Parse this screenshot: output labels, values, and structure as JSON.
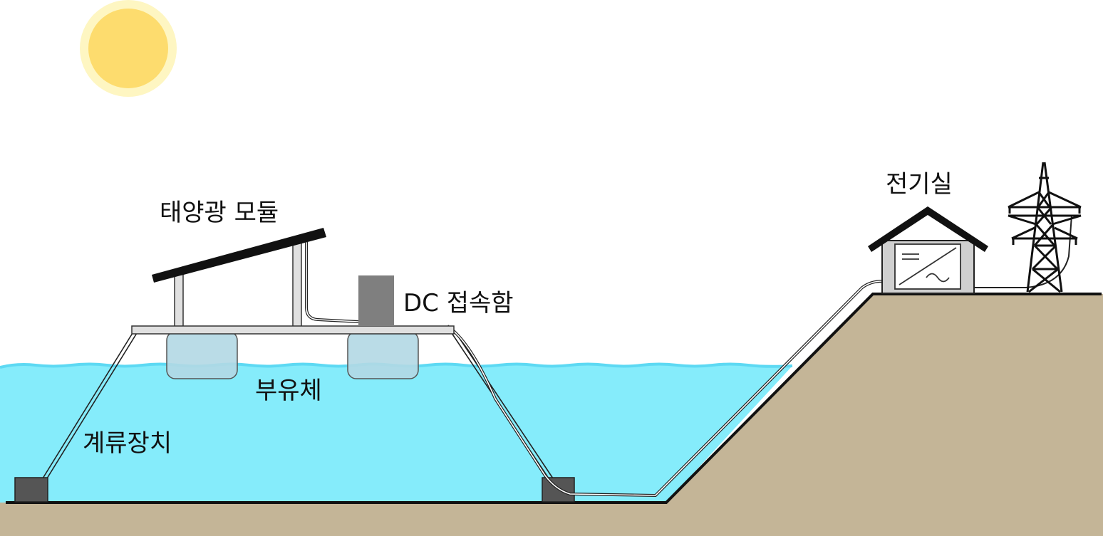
{
  "labels": {
    "solar_module": "태양광 모듈",
    "dc_junction_box": "DC 접속함",
    "float": "부유체",
    "mooring": "계류장치",
    "electrical_room": "전기실"
  },
  "colors": {
    "sky": "#ffffff",
    "sun_core": "#fddc6e",
    "sun_halo": "#fef6c2",
    "water": "#85ecfb",
    "water_surface": "#5dd9f3",
    "ground": "#c4b597",
    "ground_edge": "#111111",
    "float_fill": "#b3d8e4",
    "junction_box": "#7f7f7f",
    "anchor": "#555555",
    "house_wall": "#d0d0d0",
    "frame": "#e0e0e0"
  },
  "icons": {
    "sun": "sun-icon",
    "panel": "solar-panel-icon",
    "house": "electrical-house-icon",
    "inverter": "inverter-icon",
    "tower": "transmission-tower-icon",
    "anchor": "anchor-block-icon"
  }
}
